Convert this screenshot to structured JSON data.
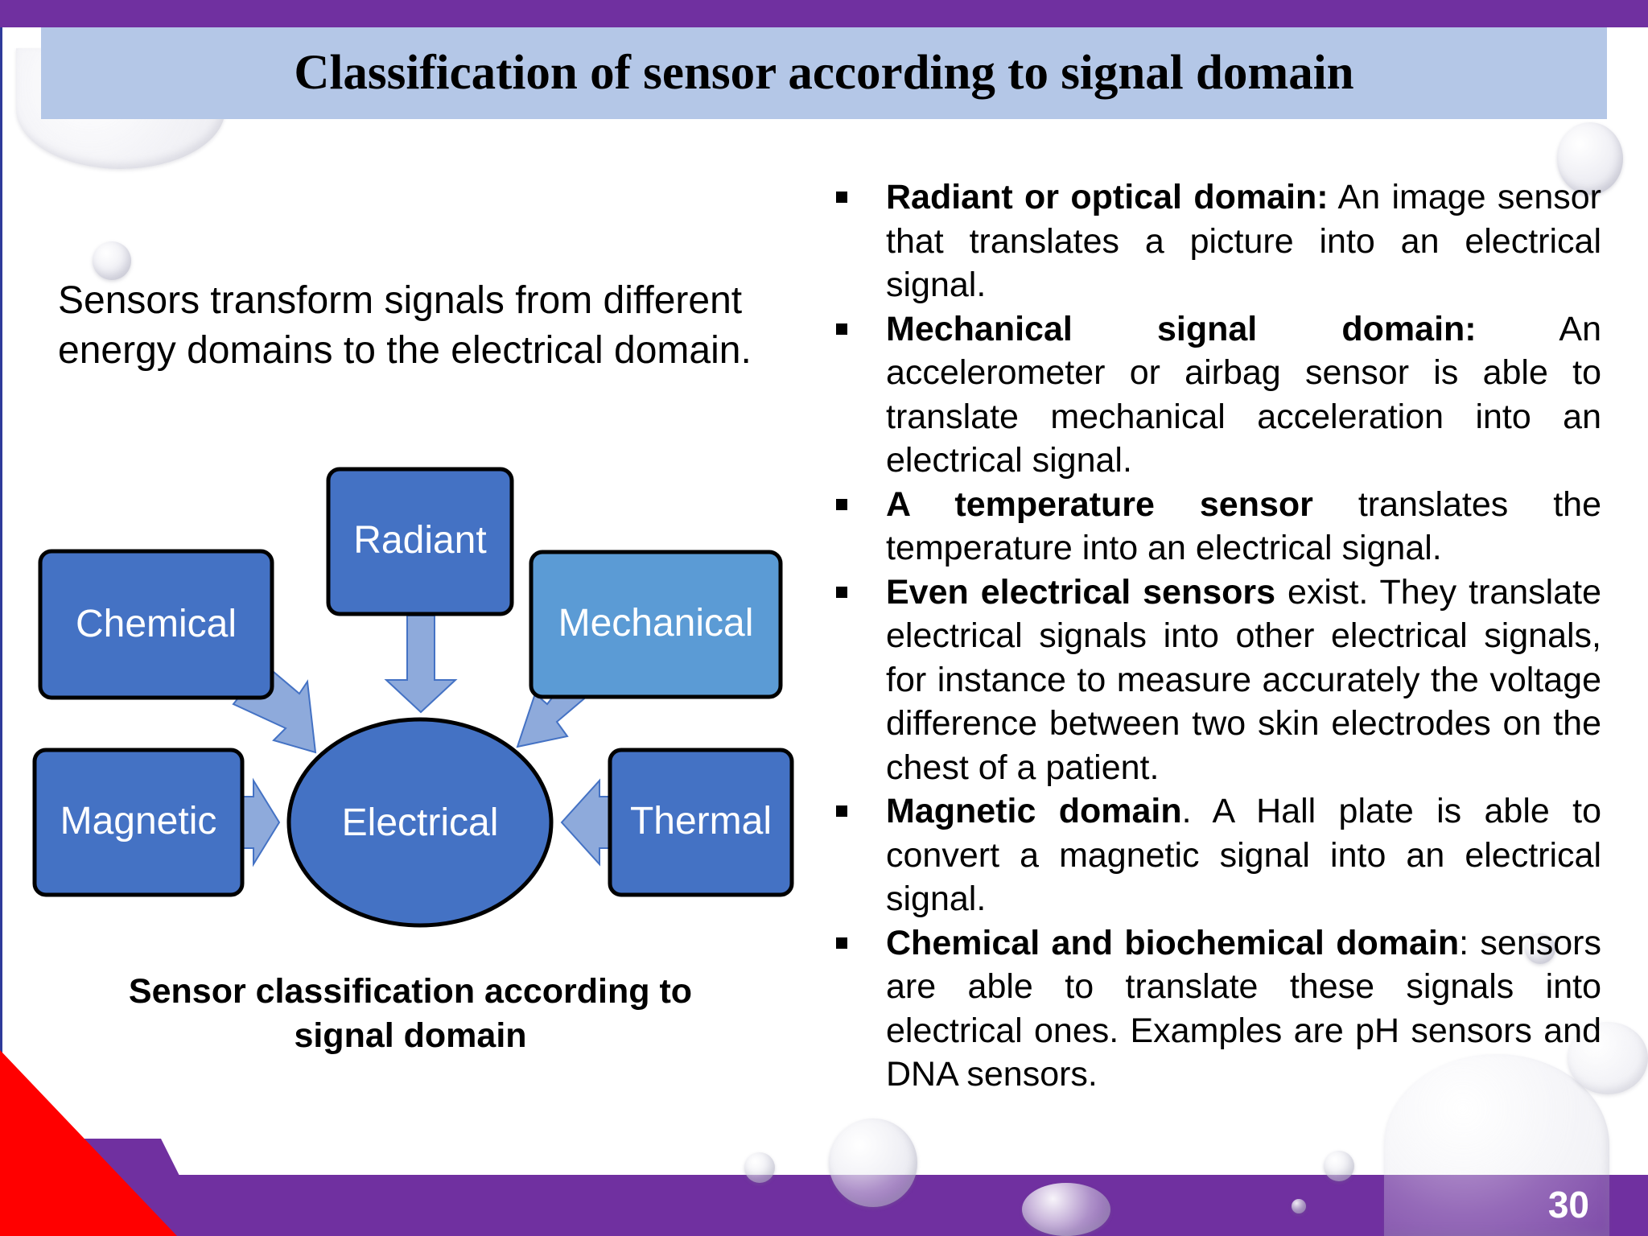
{
  "slide": {
    "title": "Classification of sensor according to signal domain",
    "page_number": "30"
  },
  "intro": {
    "line1": "Sensors transform signals from different",
    "line2": "energy domains to the electrical domain."
  },
  "diagram": {
    "center": "Electrical",
    "nodes": {
      "radiant": "Radiant",
      "chemical": "Chemical",
      "mechanical": "Mechanical",
      "magnetic": "Magnetic",
      "thermal": "Thermal"
    },
    "colors": {
      "box": "#4472c4",
      "box_light": "#5b9bd5",
      "arrow": "#8eaadb",
      "outline": "#000000"
    }
  },
  "caption": {
    "line1": "Sensor classification according to",
    "line2": "signal domain"
  },
  "bullets": [
    {
      "bold": "Radiant or optical domain:",
      "text": " An image sensor that translates a picture into an electrical signal."
    },
    {
      "bold": "Mechanical signal domain:",
      "text": " An accelerometer or airbag sensor is able to translate mechanical acceleration into an electrical signal."
    },
    {
      "bold": "A temperature sensor",
      "text": " translates the temperature into an electrical signal."
    },
    {
      "bold": "Even electrical sensors",
      "text": " exist. They translate electrical signals into other electrical signals, for instance to measure accurately the voltage difference between two skin electrodes on the chest of a patient."
    },
    {
      "bold": "Magnetic domain",
      "text": ". A Hall plate is able to convert a magnetic signal into an electrical signal."
    },
    {
      "bold": "Chemical and biochemical domain",
      "text": ": sensors are able to translate these signals into electrical ones. Examples are pH sensors and DNA sensors."
    }
  ],
  "colors": {
    "top_bar": "#7030a0",
    "title_band": "#b4c7e7",
    "accent_red": "#ff0000"
  }
}
